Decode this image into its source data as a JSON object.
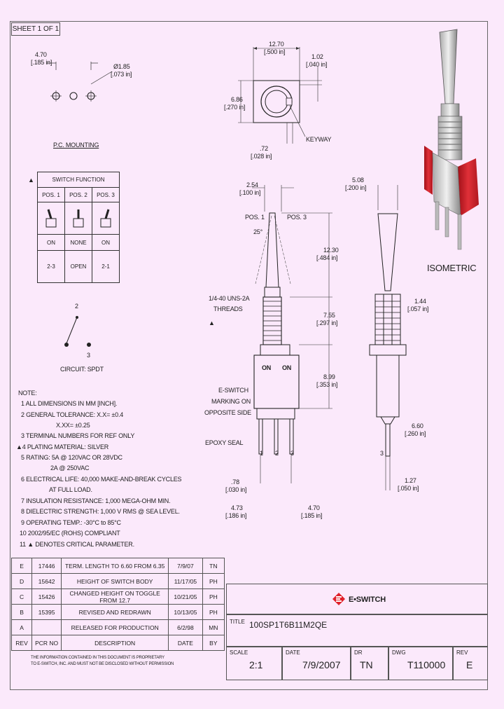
{
  "sheet": "SHEET 1 OF 1",
  "mounting": {
    "dim1": "4.70",
    "dim1_in": "[.185 in]",
    "dim2": "Ø1.85",
    "dim2_in": "[.073 in]",
    "label": "P.C. MOUNTING"
  },
  "switch_function": {
    "title": "SWITCH FUNCTION",
    "critical_mark": "▲",
    "headers": [
      "POS. 1",
      "POS. 2",
      "POS. 3"
    ],
    "states": [
      "ON",
      "NONE",
      "ON"
    ],
    "connections": [
      "2-3",
      "OPEN",
      "2-1"
    ]
  },
  "circuit": {
    "pin2": "2",
    "pin3": "3",
    "label": "CIRCUIT: SPDT"
  },
  "notes": {
    "title": "NOTE:",
    "items": [
      "1  ALL DIMENSIONS IN MM [INCH].",
      "2  GENERAL TOLERANCE: X.X= ±0.4",
      "X.XX= ±0.25",
      "3  TERMINAL NUMBERS FOR REF ONLY",
      "▲4  PLATING MATERIAL: SILVER",
      "5  RATING: 5A @ 120VAC OR 28VDC",
      "2A @ 250VAC",
      "6  ELECTRICAL LIFE: 40,000 MAKE-AND-BREAK CYCLES",
      "AT FULL LOAD.",
      "7  INSULATION RESISTANCE: 1,000 MEGA-OHM MIN.",
      "8  DIELECTRIC STRENGTH: 1,000 V RMS @ SEA LEVEL.",
      "9  OPERATING TEMP.: -30°C to 85°C",
      "10  2002/95/EC (ROHS) COMPLIANT",
      "11  ▲ DENOTES CRITICAL PARAMETER."
    ]
  },
  "top_view": {
    "w": "12.70",
    "w_in": "[.500 in]",
    "h": "6.86",
    "h_in": "[.270 in]",
    "k": "1.02",
    "k_in": "[.040 in]",
    "key": ".72",
    "key_in": "[.028 in]",
    "keyway": "KEYWAY"
  },
  "front_view": {
    "d254": "2.54",
    "d254_in": "[.100 in]",
    "pos1": "POS. 1",
    "pos3": "POS. 3",
    "angle": "25°",
    "d1230": "12.30",
    "d1230_in": "[.484 in]",
    "thread": "1/4-40 UNS-2A",
    "thread2": "THREADS",
    "d755": "7.55",
    "d755_in": "[.297 in]",
    "d899": "8.99",
    "d899_in": "[.353 in]",
    "on1": "ON",
    "on2": "ON",
    "marking1": "E-SWITCH",
    "marking2": "MARKING ON",
    "marking3": "OPPOSITE SIDE",
    "epoxy": "EPOXY SEAL",
    "pins": [
      "1",
      "2",
      "3"
    ],
    "d78": ".78",
    "d78_in": "[.030 in]",
    "d473": "4.73",
    "d473_in": "[.186 in]",
    "d470": "4.70",
    "d470_in": "[.185 in]",
    "tri": "▲"
  },
  "side_view": {
    "d508": "5.08",
    "d508_in": "[.200 in]",
    "d144": "1.44",
    "d144_in": "[.057 in]",
    "d660": "6.60",
    "d660_in": "[.260 in]",
    "d127": "1.27",
    "d127_in": "[.050 in]",
    "pin": "3"
  },
  "isometric": "ISOMETRIC",
  "revisions": {
    "rows": [
      [
        "E",
        "17446",
        "TERM. LENGTH TO 6.60 FROM 6.35",
        "7/9/07",
        "TN"
      ],
      [
        "D",
        "15642",
        "HEIGHT OF SWITCH BODY",
        "11/17/05",
        "PH"
      ],
      [
        "C",
        "15426",
        "CHANGED HEIGHT ON TOGGLE FROM 12.7",
        "10/21/05",
        "PH"
      ],
      [
        "B",
        "15395",
        "REVISED AND REDRAWN",
        "10/13/05",
        "PH"
      ],
      [
        "A",
        "",
        "RELEASED FOR PRODUCTION",
        "6/2/98",
        "MN"
      ]
    ],
    "headers": [
      "REV",
      "PCR NO",
      "DESCRIPTION",
      "DATE",
      "BY"
    ]
  },
  "disclaimer": [
    "THE INFORMATION CONTAINED IN THIS DOCUMENT IS PROPRIETARY",
    "TO E-SWITCH, INC. AND MUST NOT BE DISCLOSED WITHOUT PERMISSION"
  ],
  "logo": "E•SWITCH",
  "title_block": {
    "title_label": "TITLE",
    "title": "100SP1T6B11M2QE",
    "scale_label": "SCALE",
    "scale": "2:1",
    "date_label": "DATE",
    "date": "7/9/2007",
    "dr_label": "DR",
    "dr": "TN",
    "dwg_label": "DWG",
    "dwg": "T110000",
    "rev_label": "REV",
    "rev": "E"
  },
  "colors": {
    "background": "#fbe9fb",
    "body_red": "#d8202a",
    "logo_red": "#e0202a"
  }
}
